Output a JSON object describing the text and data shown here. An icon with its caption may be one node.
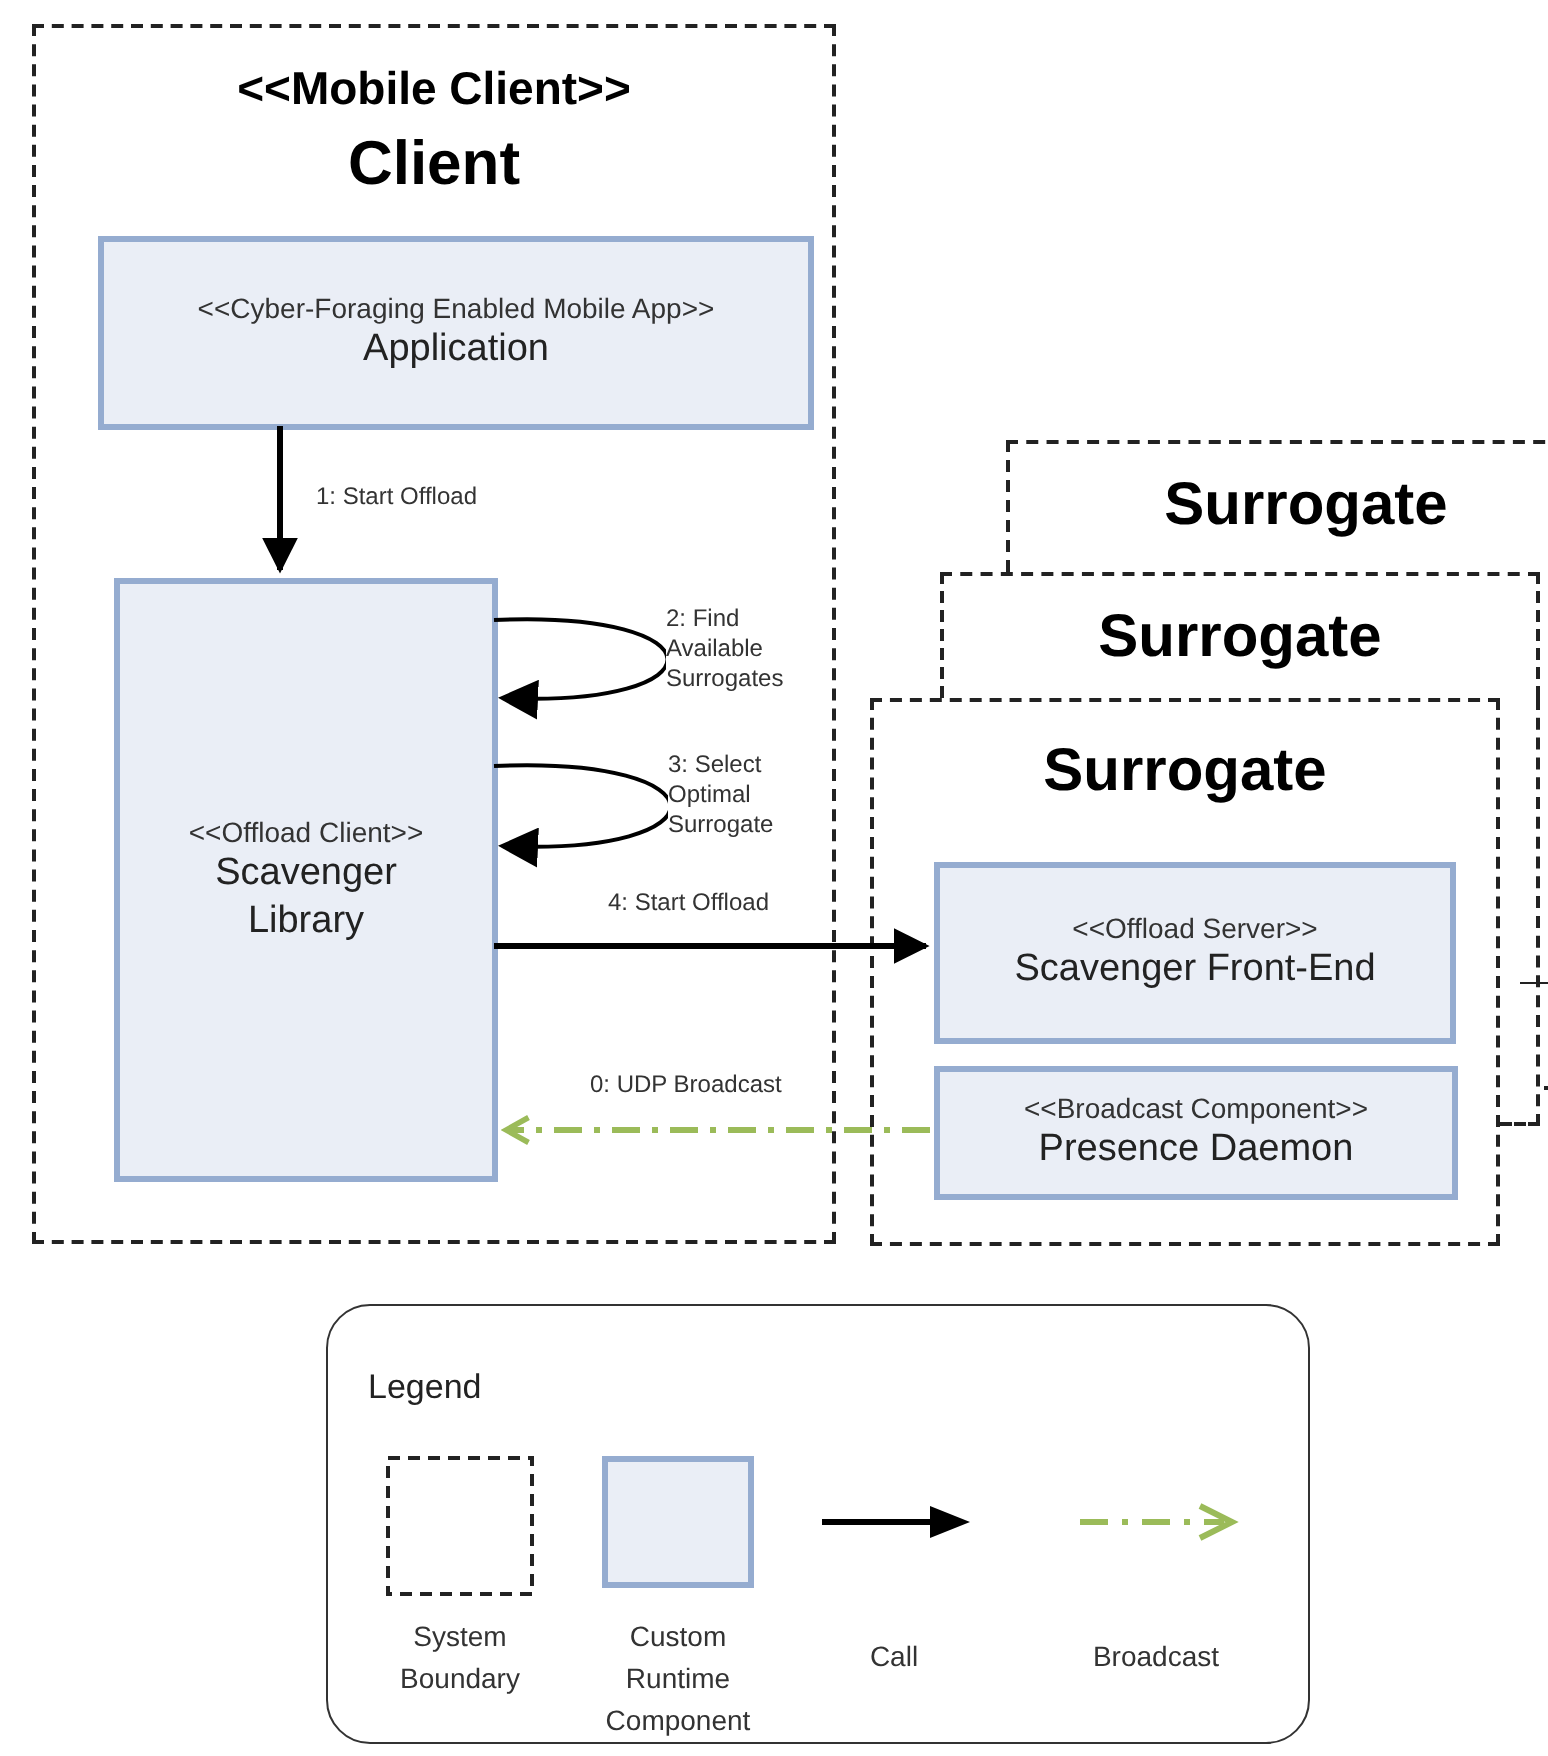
{
  "diagram": {
    "nodes": [
      {
        "text": [
          "<<Mobile Client>>",
          "Client"
        ]
      },
      {
        "text": [
          "<<Cyber-Foraging Enabled Mobile App>>",
          "Application"
        ],
        "in": 0
      },
      {
        "text": [
          "<<Offload Client>>",
          "Scavenger Library"
        ],
        "in": 0
      },
      {
        "text": [
          "Surrogate"
        ]
      },
      {
        "text": [
          "Surrogate"
        ]
      },
      {
        "text": [
          "Surrogate"
        ]
      },
      {
        "text": [
          "<<Offload Server>>",
          "Scavenger Front-End"
        ],
        "in": 5
      },
      {
        "text": [
          "<<Broadcast Component>>",
          "Presence Daemon"
        ],
        "in": 5
      }
    ],
    "edges": [
      {
        "from": 1,
        "to": 2,
        "arrow": "to",
        "label": "1: Start Offload"
      },
      {
        "from": 2,
        "to": 2,
        "arrow": "to",
        "label": "2: Find Available Surrogates"
      },
      {
        "from": 2,
        "to": 2,
        "arrow": "to",
        "label": "3: Select Optimal Surrogate"
      },
      {
        "from": 2,
        "to": 6,
        "arrow": "to",
        "label": "4: Start Offload"
      },
      {
        "from": 7,
        "to": 2,
        "arrow": "to",
        "label": "0: UDP Broadcast",
        "style": "dashed",
        "color": "#9bbb59"
      }
    ],
    "labels": [
      "Legend"
    ],
    "legend": [
      {
        "text": "System Boundary"
      },
      {
        "text": "Custom Runtime Component"
      },
      {
        "text": "Call"
      },
      {
        "text": "Broadcast"
      }
    ]
  }
}
